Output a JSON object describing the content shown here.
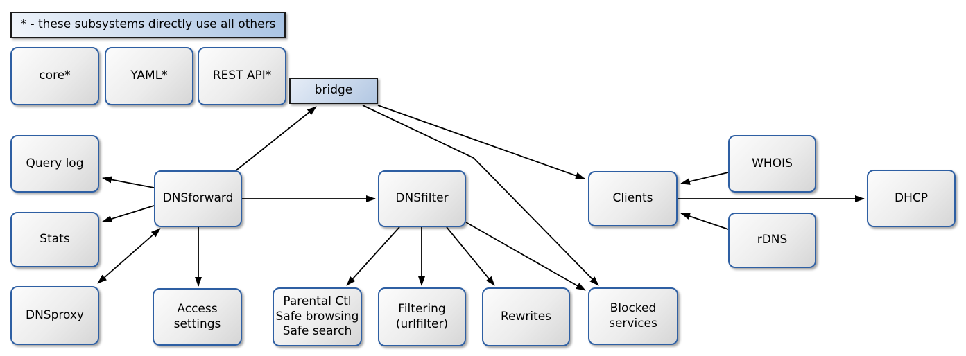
{
  "legend": {
    "text": "* - these subsystems directly use all others"
  },
  "nodes": {
    "core": {
      "label": "core*"
    },
    "yaml": {
      "label": "YAML*"
    },
    "restapi": {
      "label": "REST API*"
    },
    "bridge": {
      "label": "bridge"
    },
    "querylog": {
      "label": "Query log"
    },
    "stats": {
      "label": "Stats"
    },
    "dnsproxy": {
      "label": "DNSproxy"
    },
    "dnsforward": {
      "label": "DNSforward"
    },
    "access": {
      "label": "Access\nsettings"
    },
    "dnsfilter": {
      "label": "DNSfilter"
    },
    "parental": {
      "label": "Parental Ctl\nSafe browsing\nSafe search"
    },
    "filtering": {
      "label": "Filtering\n(urlfilter)"
    },
    "rewrites": {
      "label": "Rewrites"
    },
    "blocked": {
      "label": "Blocked\nservices"
    },
    "clients": {
      "label": "Clients"
    },
    "whois": {
      "label": "WHOIS"
    },
    "rdns": {
      "label": "rDNS"
    },
    "dhcp": {
      "label": "DHCP"
    }
  },
  "edges": [
    {
      "from": "dnsforward",
      "to": "bridge",
      "bidirectional": false
    },
    {
      "from": "bridge",
      "to": "clients",
      "bidirectional": false
    },
    {
      "from": "bridge",
      "to": "blocked",
      "bidirectional": false
    },
    {
      "from": "dnsforward",
      "to": "querylog",
      "bidirectional": false
    },
    {
      "from": "dnsforward",
      "to": "stats",
      "bidirectional": false
    },
    {
      "from": "dnsforward",
      "to": "dnsproxy",
      "bidirectional": true
    },
    {
      "from": "dnsforward",
      "to": "access",
      "bidirectional": false
    },
    {
      "from": "dnsforward",
      "to": "dnsfilter",
      "bidirectional": false
    },
    {
      "from": "dnsfilter",
      "to": "parental",
      "bidirectional": false
    },
    {
      "from": "dnsfilter",
      "to": "filtering",
      "bidirectional": false
    },
    {
      "from": "dnsfilter",
      "to": "rewrites",
      "bidirectional": false
    },
    {
      "from": "dnsfilter",
      "to": "blocked",
      "bidirectional": false
    },
    {
      "from": "whois",
      "to": "clients",
      "bidirectional": false
    },
    {
      "from": "rdns",
      "to": "clients",
      "bidirectional": false
    },
    {
      "from": "clients",
      "to": "dhcp",
      "bidirectional": false
    }
  ],
  "colors": {
    "box_border": "#2e5fa3",
    "box_fill_light": "#fcfcfc",
    "box_fill_dark": "#d6d6d6",
    "blue_fill_light": "#f2f6fb",
    "blue_fill_dark": "#a6c1e2",
    "edge_color": "#000000"
  }
}
